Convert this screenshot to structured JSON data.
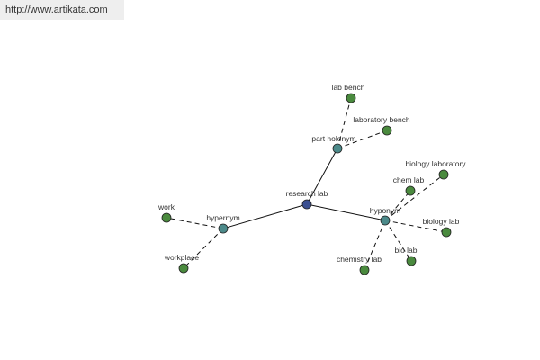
{
  "url": "http://www.artikata.com",
  "colors": {
    "center": "#3b4f91",
    "relation": "#4c8a8a",
    "leaf": "#4a8a3e",
    "edge": "#111111",
    "label": "#333333"
  },
  "graph": {
    "center": {
      "id": "center",
      "label": "research lab"
    },
    "relations": [
      {
        "id": "part-holonym",
        "label": "part holonym"
      },
      {
        "id": "hypernym",
        "label": "hypernym"
      },
      {
        "id": "hyponym",
        "label": "hyponym"
      }
    ],
    "leaves": [
      {
        "id": "lab-bench",
        "label": "lab bench",
        "parent": "part-holonym"
      },
      {
        "id": "laboratory-bench",
        "label": "laboratory bench",
        "parent": "part-holonym"
      },
      {
        "id": "work",
        "label": "work",
        "parent": "hypernym"
      },
      {
        "id": "workplace",
        "label": "workplace",
        "parent": "hypernym"
      },
      {
        "id": "biology-laboratory",
        "label": "biology laboratory",
        "parent": "hyponym"
      },
      {
        "id": "chem-lab",
        "label": "chem lab",
        "parent": "hyponym"
      },
      {
        "id": "biology-lab",
        "label": "biology lab",
        "parent": "hyponym"
      },
      {
        "id": "bio-lab",
        "label": "bio lab",
        "parent": "hyponym"
      },
      {
        "id": "chemistry-lab",
        "label": "chemistry lab",
        "parent": "hyponym"
      }
    ]
  }
}
